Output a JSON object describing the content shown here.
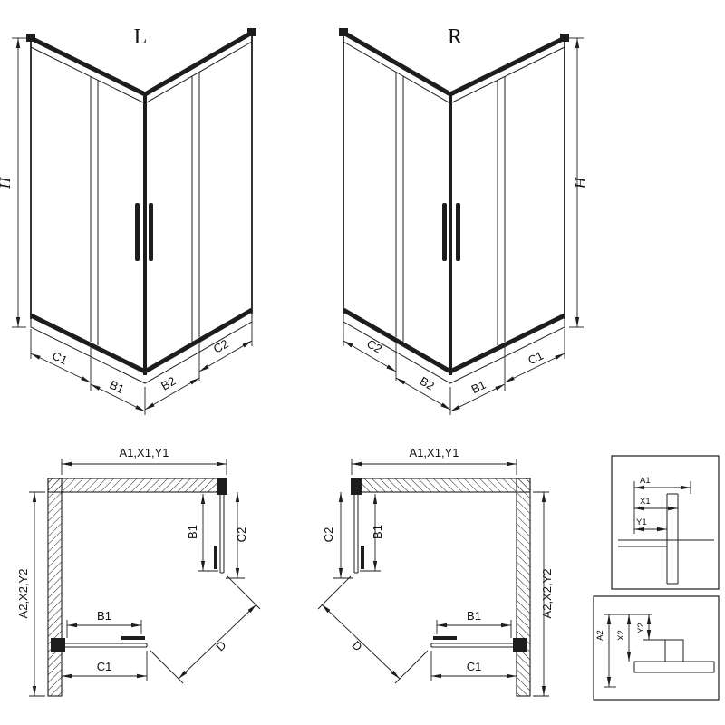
{
  "drawing": {
    "background": "#ffffff",
    "line_color": "#1d1d1d"
  },
  "iso_left": {
    "title": "L",
    "height": "H",
    "c1": "C1",
    "b1": "B1",
    "b2": "B2",
    "c2": "C2"
  },
  "iso_right": {
    "title": "R",
    "height": "H",
    "c1": "C1",
    "b1": "B1",
    "b2": "B2",
    "c2": "C2"
  },
  "plan_left": {
    "width_top": "A1,X1,Y1",
    "depth_side": "A2,X2,Y2",
    "door_side_b1": "B1",
    "side_c2": "C2",
    "door_bottom_b1": "B1",
    "bottom_c1": "C1",
    "diagonal": "D"
  },
  "plan_right": {
    "width_top": "A1,X1,Y1",
    "depth_side": "A2,X2,Y2",
    "door_side_b1": "B1",
    "side_c2": "C2",
    "door_bottom_b1": "B1",
    "bottom_c1": "C1",
    "diagonal": "D"
  },
  "detail_top": {
    "a1": "A1",
    "x1": "X1",
    "y1": "Y1"
  },
  "detail_bottom": {
    "a2": "A2",
    "x2": "X2",
    "y2": "Y2"
  }
}
